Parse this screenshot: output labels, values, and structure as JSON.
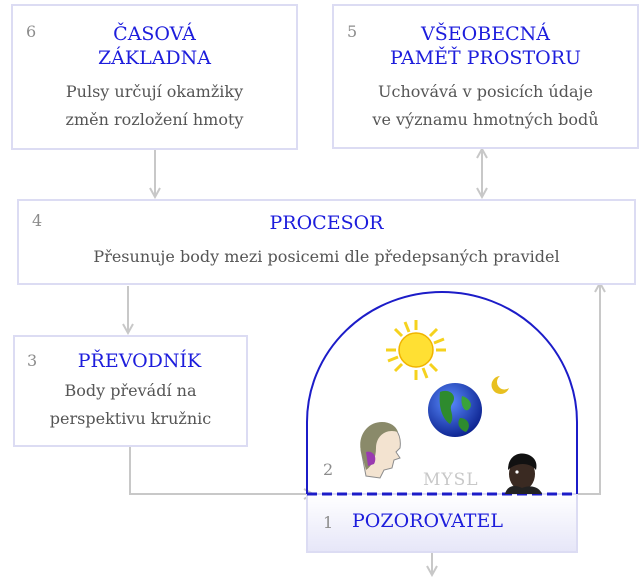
{
  "colors": {
    "title_blue": "#1d1ddc",
    "box_border": "#dcdcf3",
    "arrow_gray": "#c8c8c8",
    "body_text": "#555555",
    "dome_blue": "#1c1cc8"
  },
  "boxes": {
    "time_base": {
      "number": "6",
      "title_line1": "ČASOVÁ",
      "title_line2": "ZÁKLADNA",
      "body_line1": "Pulsy určují okamžiky",
      "body_line2": "změn rozložení hmoty"
    },
    "space_memory": {
      "number": "5",
      "title_line1": "VŠEOBECNÁ",
      "title_line2": "PAMĚŤ PROSTORU",
      "body_line1": "Uchovává v posicích údaje",
      "body_line2": "ve významu hmotných bodů"
    },
    "processor": {
      "number": "4",
      "title": "PROCESOR",
      "body": "Přesunuje body mezi posicemi dle předepsaných pravidel"
    },
    "converter": {
      "number": "3",
      "title": "PŘEVODNÍK",
      "body_line1": "Body převádí na",
      "body_line2": "perspektivu kružnic"
    },
    "mind": {
      "number": "2",
      "label": "MYSL"
    },
    "observer": {
      "number": "1",
      "title": "POZOROVATEL"
    }
  },
  "icons": {
    "sun": "sun-icon",
    "earth": "earth-globe-icon",
    "moon": "crescent-moon-icon",
    "woman": "woman-profile-icon",
    "man": "man-face-icon"
  }
}
